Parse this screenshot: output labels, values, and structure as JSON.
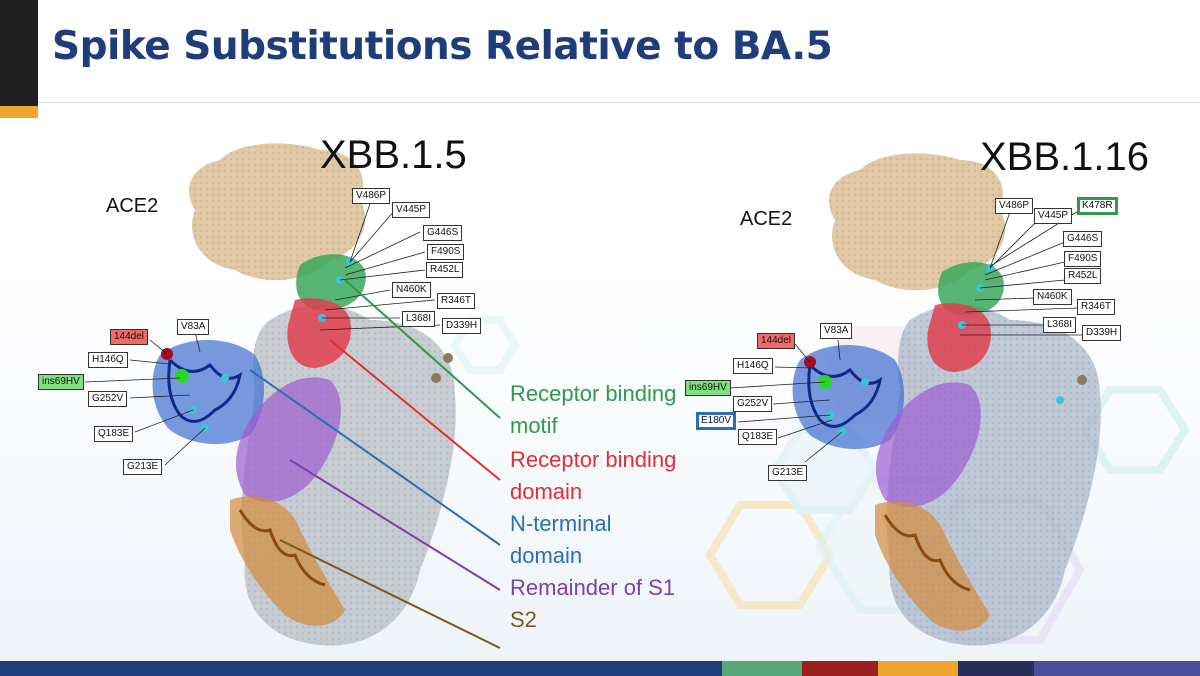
{
  "slide": {
    "title": "Spike Substitutions Relative to BA.5"
  },
  "left_panel": {
    "variant": "XBB.1.5",
    "ace2_label": "ACE2",
    "mutations": [
      "V486P",
      "V445P",
      "G446S",
      "F490S",
      "R452L",
      "N460K",
      "R346T",
      "L368I",
      "D339H",
      "144del",
      "V83A",
      "H146Q",
      "ins69HV",
      "G252V",
      "Q183E",
      "G213E"
    ]
  },
  "right_panel": {
    "variant": "XBB.1.16",
    "ace2_label": "ACE2",
    "mutations": [
      "V486P",
      "V445P",
      "K478R",
      "G446S",
      "F490S",
      "R452L",
      "N460K",
      "R346T",
      "L368I",
      "D339H",
      "144del",
      "V83A",
      "H146Q",
      "ins69HV",
      "G252V",
      "E180V",
      "Q183E",
      "G213E"
    ]
  },
  "legend": {
    "rbm_line1": "Receptor binding",
    "rbm_line2": "motif",
    "rbd_line1": "Receptor binding",
    "rbd_line2": "domain",
    "ntd_line1": "N-terminal",
    "ntd_line2": "domain",
    "s1": "Remainder of S1",
    "s2": "S2"
  },
  "colors": {
    "title": "#1f3d7a",
    "rbm": "#2e9a4a",
    "rbd": "#e03030",
    "ntd": "#2b6fb6",
    "s1": "#7b3fb0",
    "s2": "#7a5a1a",
    "ace2": "#d8b88a"
  }
}
